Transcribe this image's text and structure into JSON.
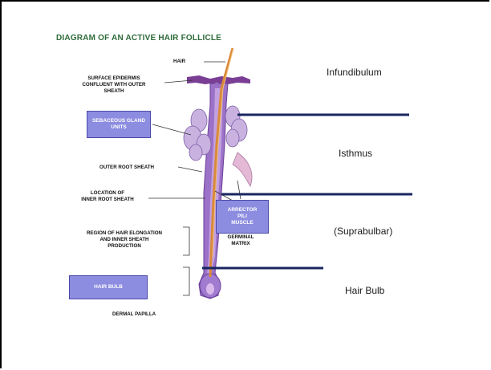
{
  "diagram": {
    "title": "DIAGRAM OF AN ACTIVE HAIR FOLLICLE",
    "labels": {
      "hair": "HAIR",
      "surface_epidermis": [
        "SURFACE EPIDERMIS",
        "CONFLUENT WITH OUTER",
        "SHEATH"
      ],
      "outer_root_sheath": "OUTER ROOT SHEATH",
      "inner_root_sheath": [
        "LOCATION OF",
        "INNER ROOT SHEATH"
      ],
      "hair_elongation": [
        "REGION OF HAIR ELONGATION",
        "AND INNER SHEATH",
        "PRODUCTION"
      ],
      "germinal_matrix": [
        "GERMINAL",
        "MATRIX"
      ],
      "dermal_papilla": "DERMAL PAPILLA"
    },
    "boxes": {
      "sebaceous": [
        "SEBACEOUS GLAND",
        "UNITS"
      ],
      "arrector": [
        "ARRECTOR",
        "PILI",
        "MUSCLE"
      ],
      "hair_bulb": "HAIR BULB"
    },
    "zones": {
      "infundibulum": "Infundibulum",
      "isthmus": "Isthmus",
      "suprabulbar": "(Suprabulbar)",
      "hair_bulb": "Hair Bulb"
    }
  },
  "colors": {
    "title": "#2e6b3a",
    "box_fill": "#8c8ce0",
    "divider": "#1a2660",
    "follicle": "#8a5fb8",
    "hair_shaft": "#d98a3a"
  }
}
